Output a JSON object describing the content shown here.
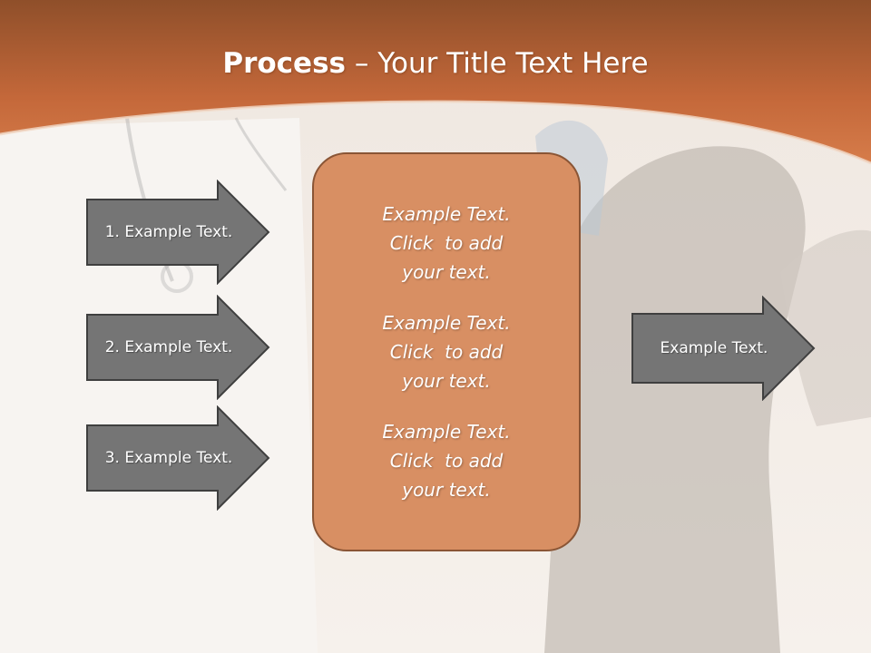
{
  "slide": {
    "title_bold": "Process",
    "title_rest": " – Your Title Text Here",
    "accent_color": "#c8703f"
  },
  "left_arrows": [
    {
      "label": "1. Example Text."
    },
    {
      "label": "2. Example Text."
    },
    {
      "label": "3. Example Text."
    }
  ],
  "center_box": {
    "items": [
      {
        "line1": "Example Text.",
        "line2": "Click  to add",
        "line3": "your text."
      },
      {
        "line1": "Example Text.",
        "line2": "Click  to add",
        "line3": "your text."
      },
      {
        "line1": "Example Text.",
        "line2": "Click  to add",
        "line3": "your text."
      }
    ]
  },
  "right_arrow": {
    "label": "Example Text."
  }
}
